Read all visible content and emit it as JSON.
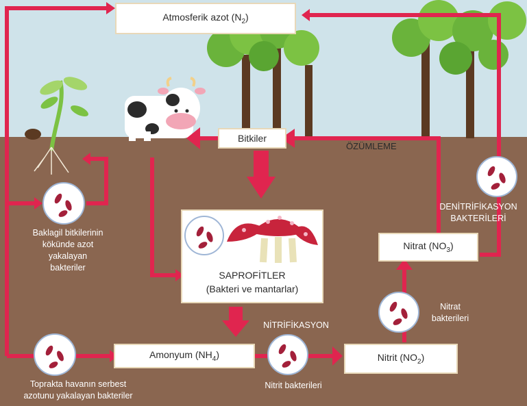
{
  "nodes": {
    "atmosferik": {
      "text": "Atmosferik azot (N",
      "sub": "2",
      "tail": ")"
    },
    "bitkiler": {
      "text": "Bitkiler"
    },
    "amonyum": {
      "text": "Amonyum (NH",
      "sub": "4",
      "tail": ")"
    },
    "nitrit": {
      "text": "Nitrit (NO",
      "sub": "2",
      "tail": ")"
    },
    "nitrat": {
      "text": "Nitrat (NO",
      "sub": "3",
      "tail": ")"
    },
    "saprofitler": {
      "title": "SAPROFİTLER",
      "subtitle": "(Bakteri ve mantarlar)"
    }
  },
  "labels": {
    "ozumleme": "ÖZÜMLEME",
    "denitrifikasyon": [
      "DENİTRİFİKASYON",
      "BAKTERİLERİ"
    ],
    "nitrifikasyon": "NİTRİFİKASYON",
    "nitrat_bakterileri": [
      "Nitrat",
      "bakterileri"
    ],
    "nitrit_bakterileri": "Nitrit bakterileri",
    "baklagil": [
      "Baklagil bitkilerinin",
      "kökünde azot",
      "yakalayan",
      "bakteriler"
    ],
    "toprakta": [
      "Toprakta havanın serbest",
      "azotunu yakalayan bakteriler"
    ]
  },
  "icons": [
    "bacteria-icon",
    "tree-icon",
    "cow-icon",
    "seedling-icon",
    "mushroom-icon"
  ],
  "colors": {
    "sky": "#cfe3ea",
    "soil": "#8a6650",
    "arrow": "#e0254f",
    "box_border": "#e8d8b8",
    "bacteria_circle": "#ffffff",
    "bacteria": "#a3203a",
    "leaves": "#6ab33b",
    "trunk": "#5b3a22"
  }
}
